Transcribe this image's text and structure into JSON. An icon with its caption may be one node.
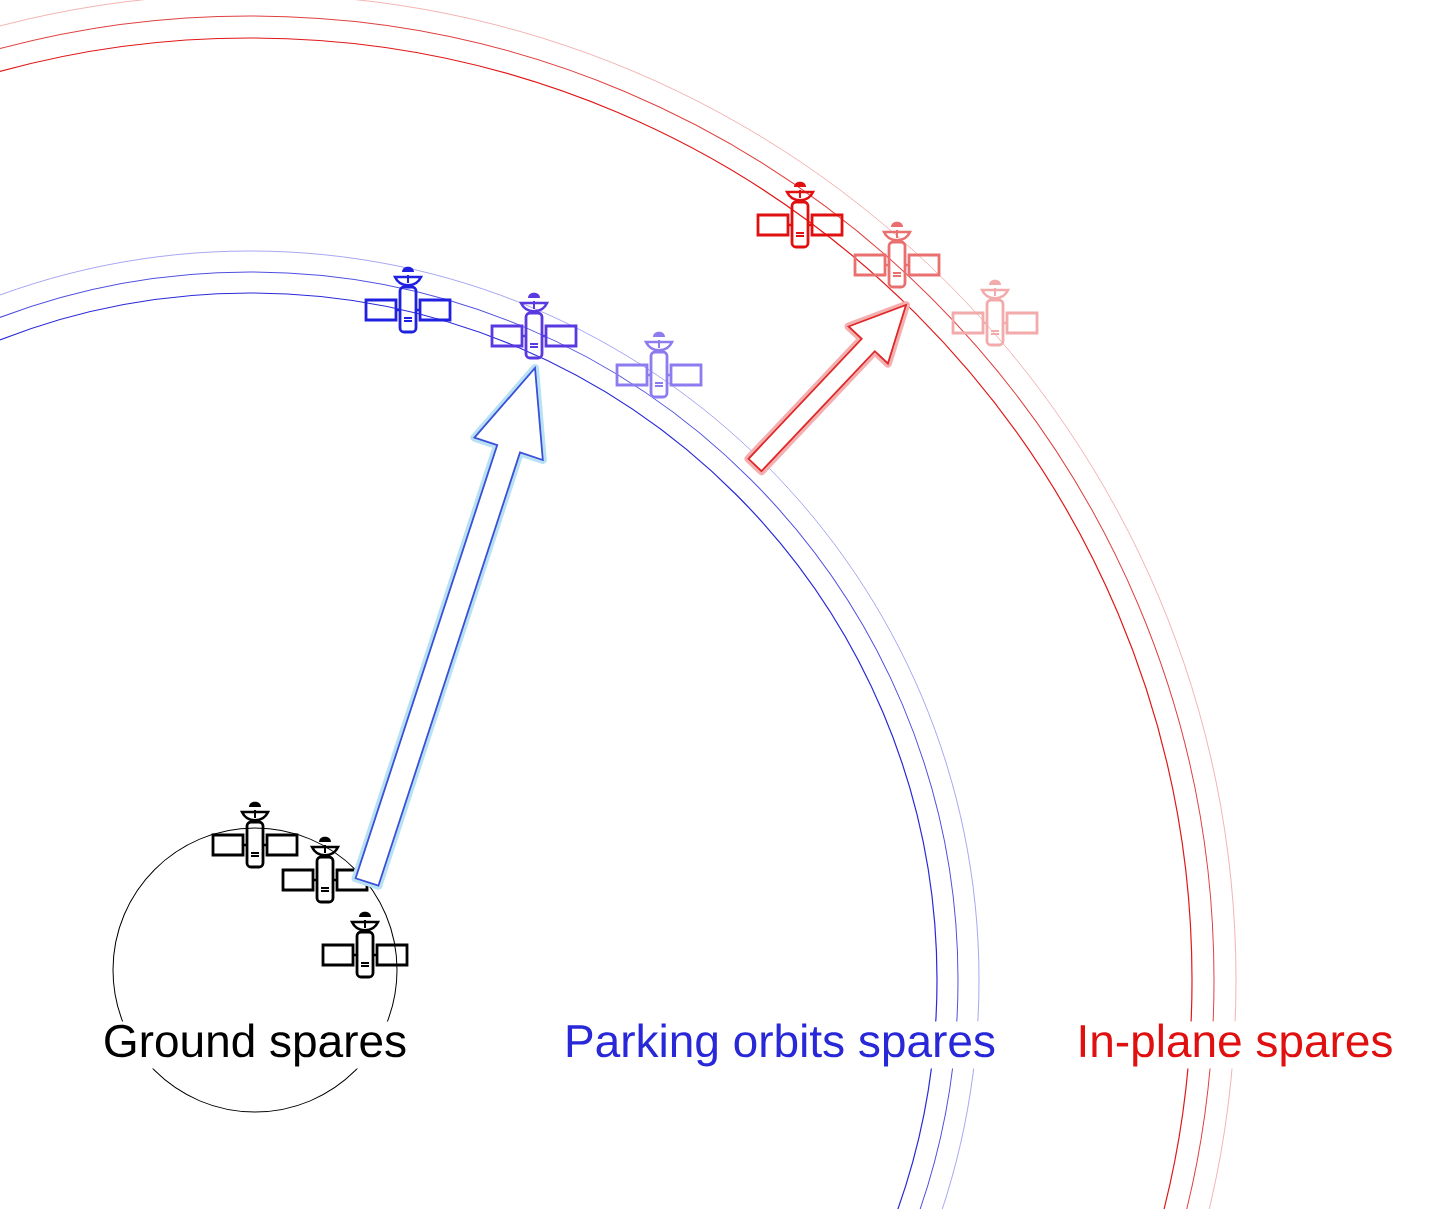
{
  "diagram": {
    "nodes": [
      {
        "text": [],
        "shape": "picture"
      },
      {
        "text": [],
        "shape": "picture"
      },
      {
        "text": [],
        "shape": "picture"
      },
      {
        "text": [],
        "shape": "picture"
      },
      {
        "text": [],
        "shape": "picture"
      },
      {
        "text": [],
        "shape": "picture"
      },
      {
        "text": [],
        "shape": "picture"
      },
      {
        "text": [],
        "shape": "picture"
      },
      {
        "text": [],
        "shape": "picture"
      }
    ],
    "edges": [
      {
        "from": 1,
        "to": 4,
        "arrow": "to",
        "color": "#3a50d8"
      },
      {
        "from": null,
        "to": 7,
        "arrow": "to",
        "color": "#e02828"
      }
    ],
    "labels": [
      "Ground spares",
      "Parking orbits spares",
      "In-plane spares"
    ]
  }
}
